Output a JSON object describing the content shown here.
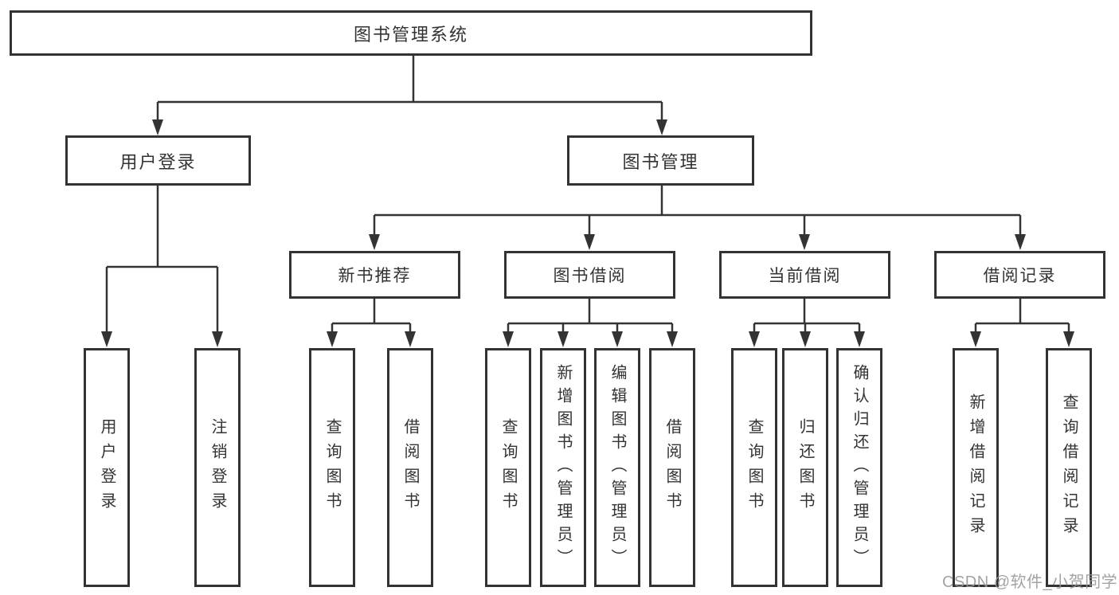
{
  "diagram": {
    "root": {
      "label": "图书管理系统"
    },
    "branches": [
      {
        "label": "用户登录",
        "children": [
          {
            "label": "用户登录"
          },
          {
            "label": "注销登录"
          }
        ]
      },
      {
        "label": "图书管理",
        "children": [
          {
            "label": "新书推荐",
            "children": [
              {
                "label": "查询图书"
              },
              {
                "label": "借阅图书"
              }
            ]
          },
          {
            "label": "图书借阅",
            "children": [
              {
                "label": "查询图书"
              },
              {
                "label": "新增图书（管理员）"
              },
              {
                "label": "编辑图书（管理员）"
              },
              {
                "label": "借阅图书"
              }
            ]
          },
          {
            "label": "当前借阅",
            "children": [
              {
                "label": "查询图书"
              },
              {
                "label": "归还图书"
              },
              {
                "label": "确认归还（管理员）"
              }
            ]
          },
          {
            "label": "借阅记录",
            "children": [
              {
                "label": "新增借阅记录"
              },
              {
                "label": "查询借阅记录"
              }
            ]
          }
        ]
      }
    ]
  },
  "watermark": {
    "label": "CSDN @软件_小贺同学"
  },
  "colors": {
    "line": "#333333",
    "text": "#333333",
    "box_background": "#ffffff",
    "watermark": "#969696"
  }
}
